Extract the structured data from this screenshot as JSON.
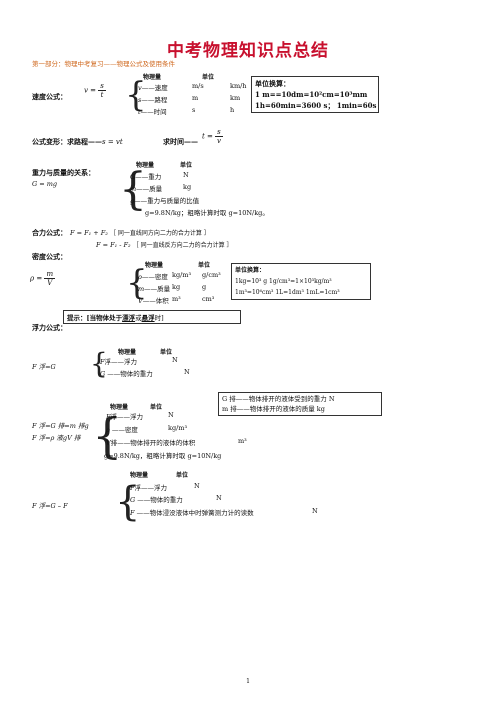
{
  "title": "中考物理知识点总结",
  "subtitle": "第一部分：物理中考复习——物理公式及使用条件",
  "headers": {
    "quantity": "物理量",
    "unit": "单位"
  },
  "speed": {
    "label": "速度公式：",
    "lhs": "v =",
    "num": "s",
    "den": "t",
    "rows": [
      {
        "sym": "v",
        "name": "——速度",
        "u1": "m/s",
        "u2": "km/h"
      },
      {
        "sym": "s",
        "name": "——路程",
        "u1": "m",
        "u2": "km"
      },
      {
        "sym": "t",
        "name": "——时间",
        "u1": "s",
        "u2": "h"
      }
    ],
    "unit_box": {
      "title": "单位换算：",
      "line1": "1 m==10dm=10²cm=10³mm",
      "line2": "1h=60min=3600 s；  1min=60s"
    }
  },
  "deform": {
    "label1": "公式变形：",
    "label2": "求路程——",
    "expr1": "s = vt",
    "label3": "求时间——",
    "lhs": "t =",
    "num": "s",
    "den": "v"
  },
  "gravity": {
    "label": "重力与质量的关系：",
    "formula": "G = mg",
    "rows": [
      {
        "sym": "G",
        "name": "——重力",
        "u1": "N"
      },
      {
        "sym": "m",
        "name": "——质量",
        "u1": "kg"
      },
      {
        "sym": "g",
        "name": "——重力与质量的比值",
        "u1": ""
      }
    ],
    "note": "g=9.8N/kg；粗略计算时取 g=10N/kg。"
  },
  "resultant": {
    "label": "合力公式：",
    "f1": "F = F₁ + F₂",
    "n1": "［ 同一直线同方向二力的合力计算 ］",
    "f2": "F = F₁ - F₂",
    "n2": "［ 同一直线反方向二力的合力计算 ］"
  },
  "density": {
    "label": "密度公式：",
    "lhs": "ρ =",
    "num": "m",
    "den": "V",
    "rows": [
      {
        "sym": "ρ",
        "name": "——密度",
        "u1": "kg/m³",
        "u2": "g/cm³"
      },
      {
        "sym": "m",
        "name": "——质量",
        "u1": "kg",
        "u2": "g"
      },
      {
        "sym": "V",
        "name": "——体积",
        "u1": "m³",
        "u2": "cm³"
      }
    ],
    "unit_box": {
      "title": "单位换算：",
      "line1": "1kg=10³ g     1g/cm³=1×10³kg/m³",
      "line2": "1m³=10⁶cm³    1L=1dm³    1mL=1cm³"
    }
  },
  "buoyancy": {
    "label": "浮力公式：",
    "hint_pre": "提示：[当物体处于",
    "hint_a": "漂浮",
    "hint_mid": "或",
    "hint_b": "悬浮",
    "hint_post": "时]",
    "f1": "F 浮=G",
    "rows1": [
      {
        "sym": "F",
        "name": "浮——浮力",
        "u1": "N"
      },
      {
        "sym": "G",
        "name": " ——物体的重力",
        "u1": "N"
      }
    ],
    "box": {
      "line1": "G 排——物体排开的液体受到的重力  N",
      "line2": "m 排——物体排开的液体的质量        kg"
    },
    "f2a": "F 浮=G 排=m 排g",
    "f2b": "F 浮=ρ 液gV 排",
    "rows2": [
      {
        "sym": "F",
        "name": "浮——浮力",
        "u1": "N"
      },
      {
        "sym": "ρ",
        "name": " ——密度",
        "u1": "kg/m³"
      },
      {
        "sym": "V",
        "name": "排——物体排开的液体的体积",
        "u1": "m³"
      }
    ],
    "note2": "g=9.8N/kg，粗略计算时取 g=10N/kg",
    "f3": "F 浮=G – F",
    "rows3": [
      {
        "sym": "F",
        "name": "浮——浮力",
        "u1": "N"
      },
      {
        "sym": "G",
        "name": " ——物体的重力",
        "u1": "N"
      },
      {
        "sym": "F",
        "name": " ——物体浸没液体中时弹簧测力计的读数",
        "u1": "N"
      }
    ]
  },
  "page_number": "1"
}
